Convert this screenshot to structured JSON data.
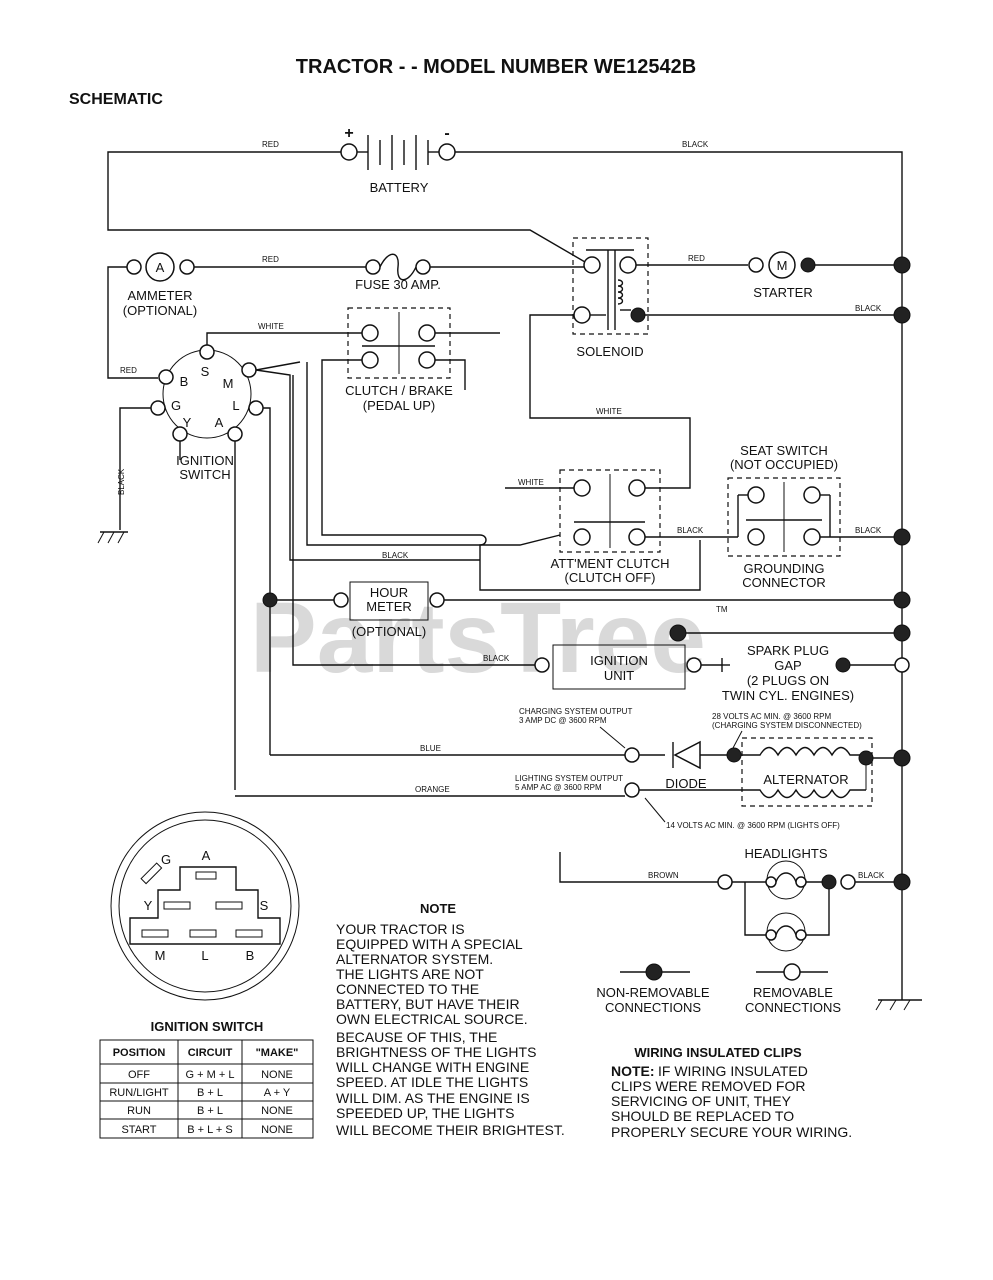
{
  "header": {
    "title": "TRACTOR - - MODEL NUMBER WE12542B",
    "subtitle": "SCHEMATIC"
  },
  "components": {
    "battery": "BATTERY",
    "battery_plus": "+",
    "battery_minus": "-",
    "ammeter": "AMMETER",
    "ammeter_opt": "(OPTIONAL)",
    "ammeter_symbol": "A",
    "fuse": "FUSE 30 AMP.",
    "solenoid": "SOLENOID",
    "starter": "STARTER",
    "starter_symbol": "M",
    "clutch_brake_1": "CLUTCH / BRAKE",
    "clutch_brake_2": "(PEDAL UP)",
    "ignition_switch_1": "IGNITION",
    "ignition_switch_2": "SWITCH",
    "seat_switch_1": "SEAT SWITCH",
    "seat_switch_2": "(NOT OCCUPIED)",
    "grounding_1": "GROUNDING",
    "grounding_2": "CONNECTOR",
    "attment_1": "ATT'MENT CLUTCH",
    "attment_2": "(CLUTCH OFF)",
    "hour_meter_1": "HOUR",
    "hour_meter_2": "METER",
    "hour_meter_opt": "(OPTIONAL)",
    "ignition_unit_1": "IGNITION",
    "ignition_unit_2": "UNIT",
    "spark_plug_1": "SPARK PLUG",
    "spark_plug_2": "GAP",
    "spark_plug_3": "(2 PLUGS ON",
    "spark_plug_4": "TWIN CYL. ENGINES)",
    "diode": "DIODE",
    "alternator": "ALTERNATOR",
    "headlights": "HEADLIGHTS",
    "charging_1": "CHARGING SYSTEM OUTPUT",
    "charging_2": "3 AMP DC @ 3600 RPM",
    "volts28_1": "28 VOLTS AC MIN. @ 3600 RPM",
    "volts28_2": "(CHARGING SYSTEM DISCONNECTED)",
    "lighting_1": "LIGHTING SYSTEM OUTPUT",
    "lighting_2": "5 AMP AC @ 3600 RPM",
    "volts14": "14 VOLTS AC MIN. @ 3600 RPM (LIGHTS OFF)",
    "tm": "TM"
  },
  "terminals": {
    "b": "B",
    "s": "S",
    "m": "M",
    "l": "L",
    "a": "A",
    "y": "Y",
    "g": "G"
  },
  "wires": {
    "red_top": "RED",
    "black_top": "BLACK",
    "red_fuse": "RED",
    "red_starter": "RED",
    "black_solenoid": "BLACK",
    "white_clutch": "WHITE",
    "red_ign": "RED",
    "black_ground": "BLACK",
    "white_mid": "WHITE",
    "white_att": "WHITE",
    "black_att": "BLACK",
    "black_seat": "BLACK",
    "black_low": "BLACK",
    "black_ign_unit": "BLACK",
    "blue": "BLUE",
    "orange": "ORANGE",
    "brown": "BROWN",
    "black_head": "BLACK"
  },
  "legend": {
    "non_removable_1": "NON-REMOVABLE",
    "non_removable_2": "CONNECTIONS",
    "removable_1": "REMOVABLE",
    "removable_2": "CONNECTIONS"
  },
  "note": {
    "title": "NOTE",
    "lines": [
      "YOUR TRACTOR IS",
      "EQUIPPED WITH A SPECIAL",
      "ALTERNATOR SYSTEM.",
      "THE LIGHTS ARE NOT",
      "CONNECTED TO THE",
      "BATTERY, BUT HAVE THEIR",
      "OWN ELECTRICAL SOURCE.",
      "BECAUSE OF THIS, THE",
      "BRIGHTNESS OF THE LIGHTS",
      "WILL CHANGE WITH ENGINE",
      "SPEED.  AT IDLE THE LIGHTS",
      "WILL DIM.  AS THE ENGINE IS",
      "SPEEDED UP, THE LIGHTS",
      "WILL BECOME THEIR BRIGHTEST."
    ]
  },
  "clips": {
    "title": "WIRING INSULATED CLIPS",
    "note_label": "NOTE:",
    "lines": [
      "IF WIRING INSULATED",
      "CLIPS WERE REMOVED FOR",
      "SERVICING OF UNIT, THEY",
      "SHOULD BE REPLACED TO",
      "PROPERLY SECURE YOUR WIRING."
    ]
  },
  "ignition_table": {
    "title": "IGNITION SWITCH",
    "headers": [
      "POSITION",
      "CIRCUIT",
      "\"MAKE\""
    ],
    "rows": [
      [
        "OFF",
        "G + M + L",
        "NONE"
      ],
      [
        "RUN/LIGHT",
        "B + L",
        "A + Y"
      ],
      [
        "RUN",
        "B + L",
        "NONE"
      ],
      [
        "START",
        "B + L + S",
        "NONE"
      ]
    ]
  },
  "watermark": "PartsTree"
}
